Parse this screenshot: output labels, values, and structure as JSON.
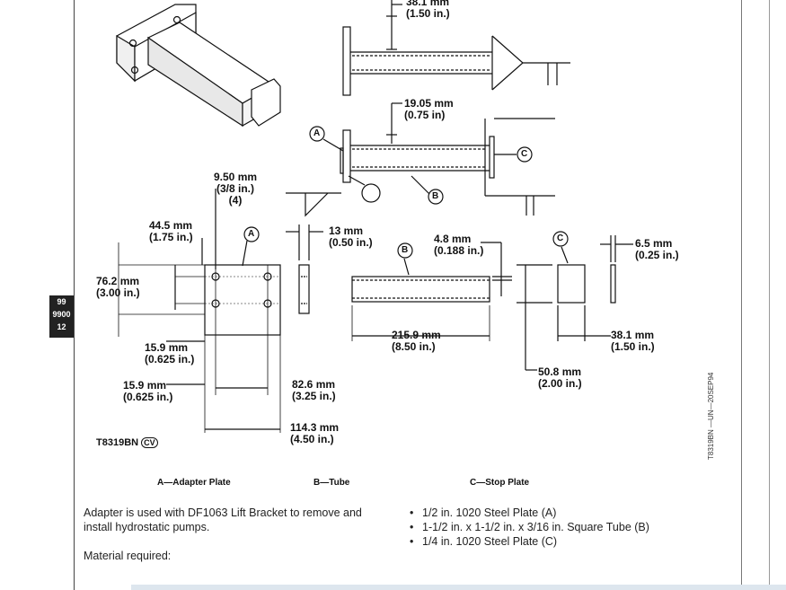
{
  "side_tab": {
    "line1": "99",
    "line2": "9900",
    "line3": "12"
  },
  "dims": {
    "top_thick": "38.1 mm",
    "top_thick_in": "(1.50 in.)",
    "tube_gap": "19.05 mm",
    "tube_gap_in": "(0.75 in)",
    "hole": "9.50 mm",
    "hole_in": "(3/8 in.)",
    "hole_count": "(4)",
    "plate_hole_v": "44.5 mm",
    "plate_hole_v_in": "(1.75 in.)",
    "plate_height": "76.2 mm",
    "plate_height_in": "(3.00 in.)",
    "edge_v": "15.9 mm",
    "edge_v_in": "(0.625 in.)",
    "edge_h": "15.9 mm",
    "edge_h_in": "(0.625 in.)",
    "hole_span": "82.6 mm",
    "hole_span_in": "(3.25 in.)",
    "plate_width": "114.3 mm",
    "plate_width_in": "(4.50 in.)",
    "plate_thick": "13 mm",
    "plate_thick_in": "(0.50 in.)",
    "tube_wall": "4.8 mm",
    "tube_wall_in": "(0.188 in.)",
    "tube_length": "215.9 mm",
    "tube_length_in": "(8.50 in.)",
    "stop_thick": "6.5 mm",
    "stop_thick_in": "(0.25 in.)",
    "stop_width": "38.1 mm",
    "stop_width_in": "(1.50 in.)",
    "stop_height": "50.8 mm",
    "stop_height_in": "(2.00 in.)"
  },
  "callouts": {
    "a": "A",
    "b": "B",
    "c": "C"
  },
  "figure_id": "T8319BN",
  "figure_badge": "CV",
  "side_code": "T8319BN —UN—20SEP94",
  "captions": {
    "a": "A—Adapter Plate",
    "b": "B—Tube",
    "c": "C—Stop Plate"
  },
  "body": {
    "usage": "Adapter is used with DF1063 Lift Bracket to remove and install hydrostatic pumps.",
    "material_label": "Material required:"
  },
  "materials": [
    "1/2 in. 1020 Steel Plate (A)",
    "1-1/2 in. x 1-1/2 in. x 3/16 in. Square Tube (B)",
    "1/4 in. 1020 Steel Plate (C)"
  ]
}
